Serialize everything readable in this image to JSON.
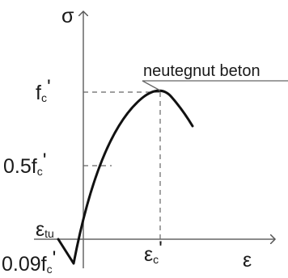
{
  "axes": {
    "y_symbol": "σ",
    "x_symbol": "ε"
  },
  "labels": {
    "fc_main": "f",
    "fc_sub": "c",
    "fc_prime": "'",
    "half_main": "0.5f",
    "half_sub": "c",
    "half_prime": "'",
    "tension_main": "0.09f",
    "tension_sub": "c",
    "tension_prime": "'",
    "epsc_main": "ε",
    "epsc_sub": "c",
    "epsc_prime": "'",
    "epstu_main": "ε",
    "epstu_sub": "tu"
  },
  "callout": {
    "text": "neutegnut beton"
  }
}
